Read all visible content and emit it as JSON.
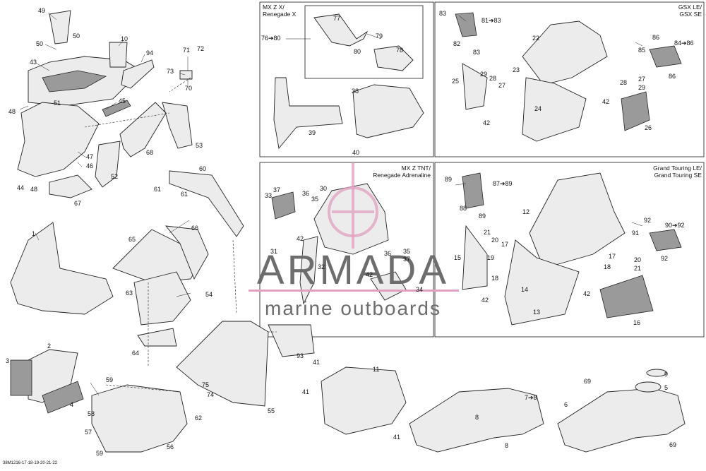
{
  "diagram": {
    "reference_code": "38M1216-17-18-19-20-21-22",
    "panels": {
      "mxz_x": {
        "title_line1": "MX Z X/",
        "title_line2": "Renegade X"
      },
      "gsx": {
        "title_line1": "GSX LE/",
        "title_line2": "GSX SE"
      },
      "mxz_tnt": {
        "title_line1": "MX Z TNT/",
        "title_line2": "Renegade Adrenaline"
      },
      "grand_touring": {
        "title_line1": "Grand Touring LE/",
        "title_line2": "Grand Touring SE"
      }
    },
    "callouts": {
      "c1": "1",
      "c2": "2",
      "c3": "3",
      "c4": "4",
      "c5": "5",
      "c6": "6",
      "c7": "7➔8",
      "c8a": "8",
      "c8b": "8",
      "c9": "9",
      "c10": "10",
      "c11": "11",
      "c12": "12",
      "c13": "13",
      "c14": "14",
      "c15": "15",
      "c16": "16",
      "c17a": "17",
      "c17b": "17",
      "c18a": "18",
      "c18b": "18",
      "c19": "19",
      "c20a": "20",
      "c20b": "20",
      "c21a": "21",
      "c21b": "21",
      "c22": "22",
      "c23": "23",
      "c24": "24",
      "c25": "25",
      "c26": "26",
      "c27a": "27",
      "c27b": "27",
      "c28a": "28",
      "c28b": "28",
      "c29a": "29",
      "c29b": "29",
      "c30": "30",
      "c31": "31",
      "c32": "32",
      "c33": "33",
      "c34": "34",
      "c35a": "35",
      "c35b": "35",
      "c36a": "36",
      "c36b": "36",
      "c37a": "37",
      "c37b": "37",
      "c38": "38",
      "c39": "39",
      "c40": "40",
      "c41a": "41",
      "c41b": "41",
      "c41c": "41",
      "c42a": "42",
      "c42b": "42",
      "c42c": "42",
      "c42d": "42",
      "c42e": "42",
      "c42f": "42",
      "c43": "43",
      "c44": "44",
      "c45": "45",
      "c46": "46",
      "c47": "47",
      "c48a": "48",
      "c48b": "48",
      "c49": "49",
      "c50a": "50",
      "c50b": "50",
      "c51": "51",
      "c52": "52",
      "c53": "53",
      "c54": "54",
      "c55": "55",
      "c56": "56",
      "c57": "57",
      "c58": "58",
      "c59a": "59",
      "c59b": "59",
      "c60": "60",
      "c61a": "61",
      "c61b": "61",
      "c62": "62",
      "c63": "63",
      "c64": "64",
      "c65": "65",
      "c66": "66",
      "c67": "67",
      "c68": "68",
      "c69a": "69",
      "c69b": "69",
      "c70": "70",
      "c71": "71",
      "c72": "72",
      "c73": "73",
      "c74": "74",
      "c75": "75",
      "c76": "76➔80",
      "c77": "77",
      "c78": "78",
      "c79": "79",
      "c80": "80",
      "c81": "81➔83",
      "c82": "82",
      "c83a": "83",
      "c83b": "83",
      "c84": "84➔86",
      "c85": "85",
      "c86a": "86",
      "c86b": "86",
      "c87": "87➔89",
      "c88": "88",
      "c89a": "89",
      "c89b": "89",
      "c90": "90➔92",
      "c91": "91",
      "c92a": "92",
      "c92b": "92",
      "c93": "93",
      "c94": "94"
    },
    "icons": {
      "watermark": "armada-anchor-logo-icon"
    }
  },
  "watermark": {
    "name": "ARMADA",
    "tagline": "marine outboards",
    "accent_color": "#e0a0c0"
  }
}
